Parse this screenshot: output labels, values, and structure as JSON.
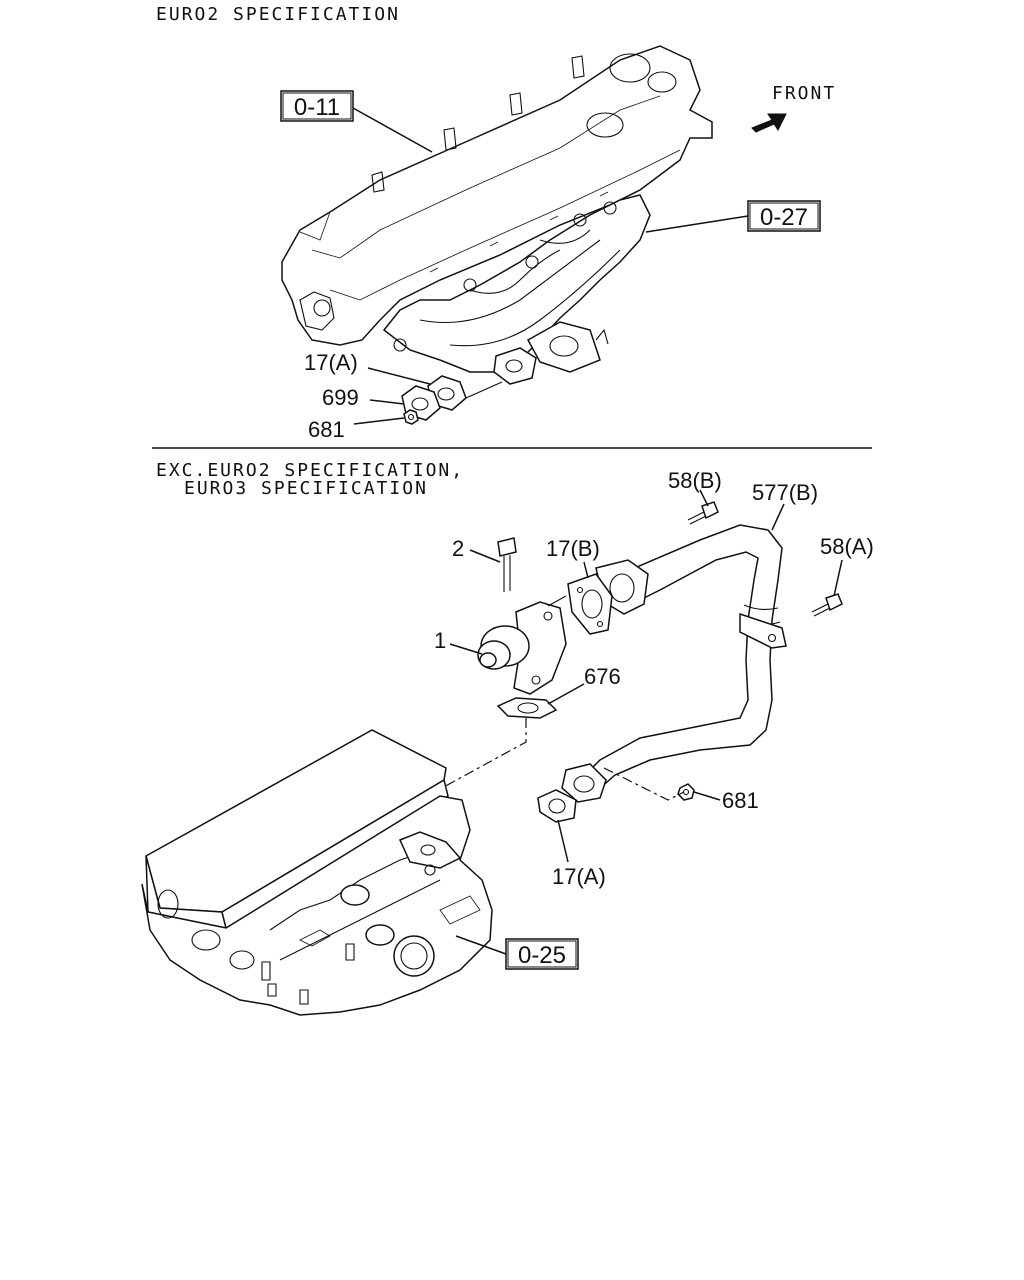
{
  "sections": {
    "top": {
      "title": "EURO2 SPECIFICATION"
    },
    "bottom": {
      "title_line1": "EXC.EURO2 SPECIFICATION,",
      "title_line2": "EURO3 SPECIFICATION"
    }
  },
  "front_label": "FRONT",
  "refs": {
    "r_0_11": "0-11",
    "r_0_27": "0-27",
    "r_0_25": "0-25"
  },
  "callouts": {
    "c_17a_top": "17(A)",
    "c_699": "699",
    "c_681_top": "681",
    "c_58b": "58(B)",
    "c_577b": "577(B)",
    "c_58a": "58(A)",
    "c_2": "2",
    "c_17b": "17(B)",
    "c_1": "1",
    "c_676": "676",
    "c_681_bottom": "681",
    "c_17a_bottom": "17(A)"
  }
}
